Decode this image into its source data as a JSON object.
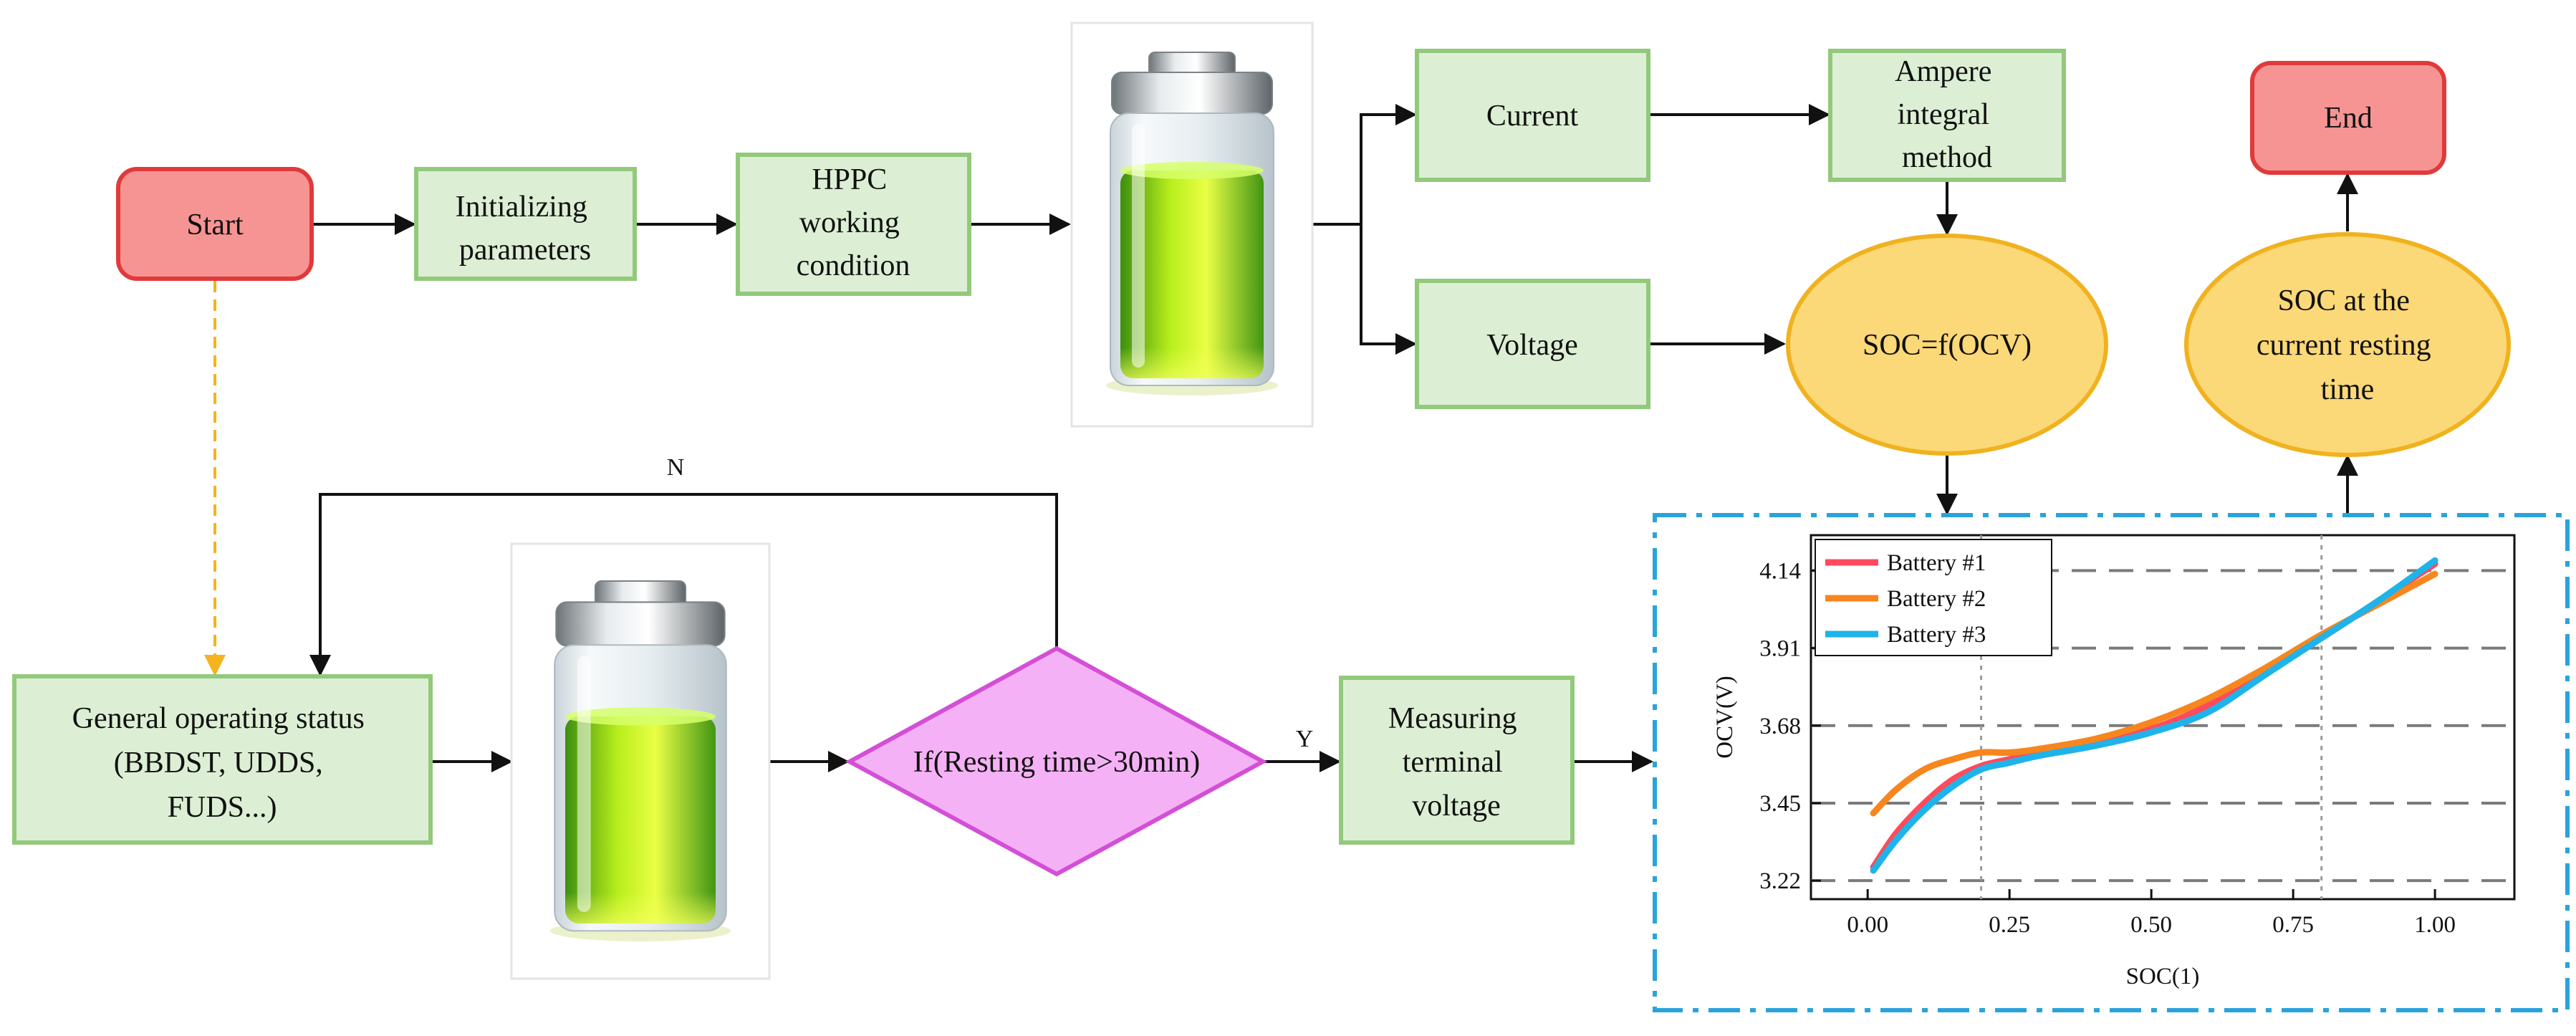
{
  "nodes": {
    "start": "Start",
    "init": [
      "Initializing",
      "parameters"
    ],
    "hppc": [
      "HPPC",
      "working",
      "condition"
    ],
    "current": "Current",
    "voltage": "Voltage",
    "ampere": [
      "Ampere",
      "integral",
      "method"
    ],
    "soc_f": "SOC=f(OCV)",
    "end": "End",
    "soc_rest": [
      "SOC at the",
      "current resting",
      "time"
    ],
    "general": [
      "General operating status",
      "(BBDST, UDDS,",
      "FUDS...)"
    ],
    "decision": "If(Resting time>30min)",
    "measure": [
      "Measuring",
      "terminal",
      "voltage"
    ]
  },
  "edge_labels": {
    "no": "N",
    "yes": "Y"
  },
  "colors": {
    "start_fill": "#f69494",
    "start_stroke": "#e03a3a",
    "process_fill": "#dcefd4",
    "process_stroke": "#92c97b",
    "ellipse_fill": "#fbd878",
    "ellipse_stroke": "#f0b21f",
    "decision_fill": "#f5b1f5",
    "decision_stroke": "#d34fd6",
    "dashed_arrow": "#f5b31d",
    "frame": "#2aa3dc"
  },
  "chart_data": {
    "type": "line",
    "xlabel": "SOC(1)",
    "ylabel": "OCV(V)",
    "xlim": [
      -0.1,
      1.14
    ],
    "ylim": [
      3.165,
      4.245
    ],
    "xticks": [
      "0.00",
      "0.25",
      "0.50",
      "0.75",
      "1.00"
    ],
    "xtick_values": [
      0.0,
      0.25,
      0.5,
      0.75,
      1.0
    ],
    "yticks": [
      "3.22",
      "3.45",
      "3.68",
      "3.91",
      "4.14"
    ],
    "ytick_values": [
      3.22,
      3.45,
      3.68,
      3.91,
      4.14
    ],
    "grid": "dashed horizontal at y ticks; dotted vertical at x = 0.2 and 0.8",
    "legend_position": "top-left",
    "series": [
      {
        "name": "Battery #1",
        "color": "#ff4b5c",
        "x": [
          0.01,
          0.05,
          0.1,
          0.15,
          0.2,
          0.25,
          0.3,
          0.4,
          0.5,
          0.6,
          0.7,
          0.8,
          0.9,
          1.0
        ],
        "y": [
          3.26,
          3.36,
          3.45,
          3.52,
          3.56,
          3.58,
          3.6,
          3.63,
          3.67,
          3.74,
          3.84,
          3.94,
          4.05,
          4.16
        ]
      },
      {
        "name": "Battery #2",
        "color": "#f7861e",
        "x": [
          0.01,
          0.05,
          0.1,
          0.15,
          0.2,
          0.25,
          0.3,
          0.4,
          0.5,
          0.6,
          0.7,
          0.8,
          0.9,
          1.0
        ],
        "y": [
          3.42,
          3.49,
          3.55,
          3.58,
          3.6,
          3.6,
          3.61,
          3.64,
          3.69,
          3.76,
          3.85,
          3.95,
          4.04,
          4.13
        ]
      },
      {
        "name": "Battery #3",
        "color": "#1eb3ea",
        "x": [
          0.01,
          0.05,
          0.1,
          0.15,
          0.2,
          0.25,
          0.3,
          0.4,
          0.5,
          0.6,
          0.7,
          0.8,
          0.9,
          1.0
        ],
        "y": [
          3.25,
          3.34,
          3.43,
          3.5,
          3.55,
          3.57,
          3.59,
          3.62,
          3.66,
          3.72,
          3.83,
          3.94,
          4.05,
          4.17
        ]
      }
    ]
  }
}
